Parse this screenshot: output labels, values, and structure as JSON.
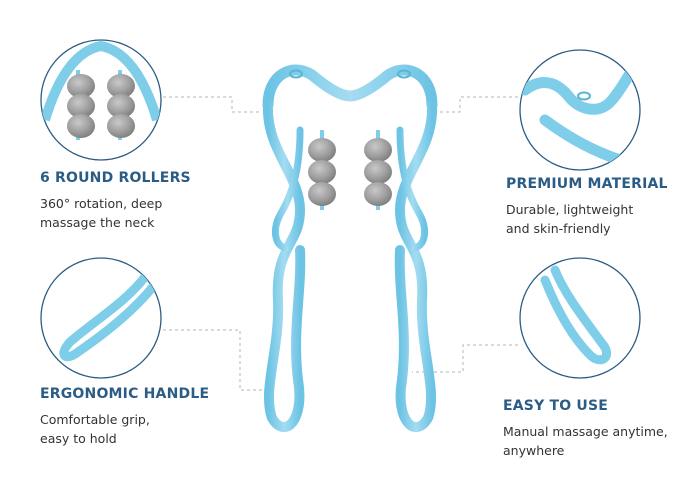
{
  "features": [
    {
      "title": "6 ROUND ROLLERS",
      "desc_line1": "360° rotation, deep",
      "desc_line2": "massage the neck"
    },
    {
      "title": "ERGONOMIC HANDLE",
      "desc_line1": "Comfortable grip,",
      "desc_line2": "easy to hold"
    },
    {
      "title": "PREMIUM MATERIAL",
      "desc_line1": "Durable, lightweight",
      "desc_line2": "and skin-friendly"
    },
    {
      "title": "EASY TO USE",
      "desc_line1": "Manual massage anytime,",
      "desc_line2": "anywhere"
    }
  ],
  "colors": {
    "product_blue": "#7ecde9",
    "product_blue_dark": "#5ab4d6",
    "roller_grey": "#9a9a9a",
    "title_blue": "#2b5c86",
    "text": "#333333"
  }
}
